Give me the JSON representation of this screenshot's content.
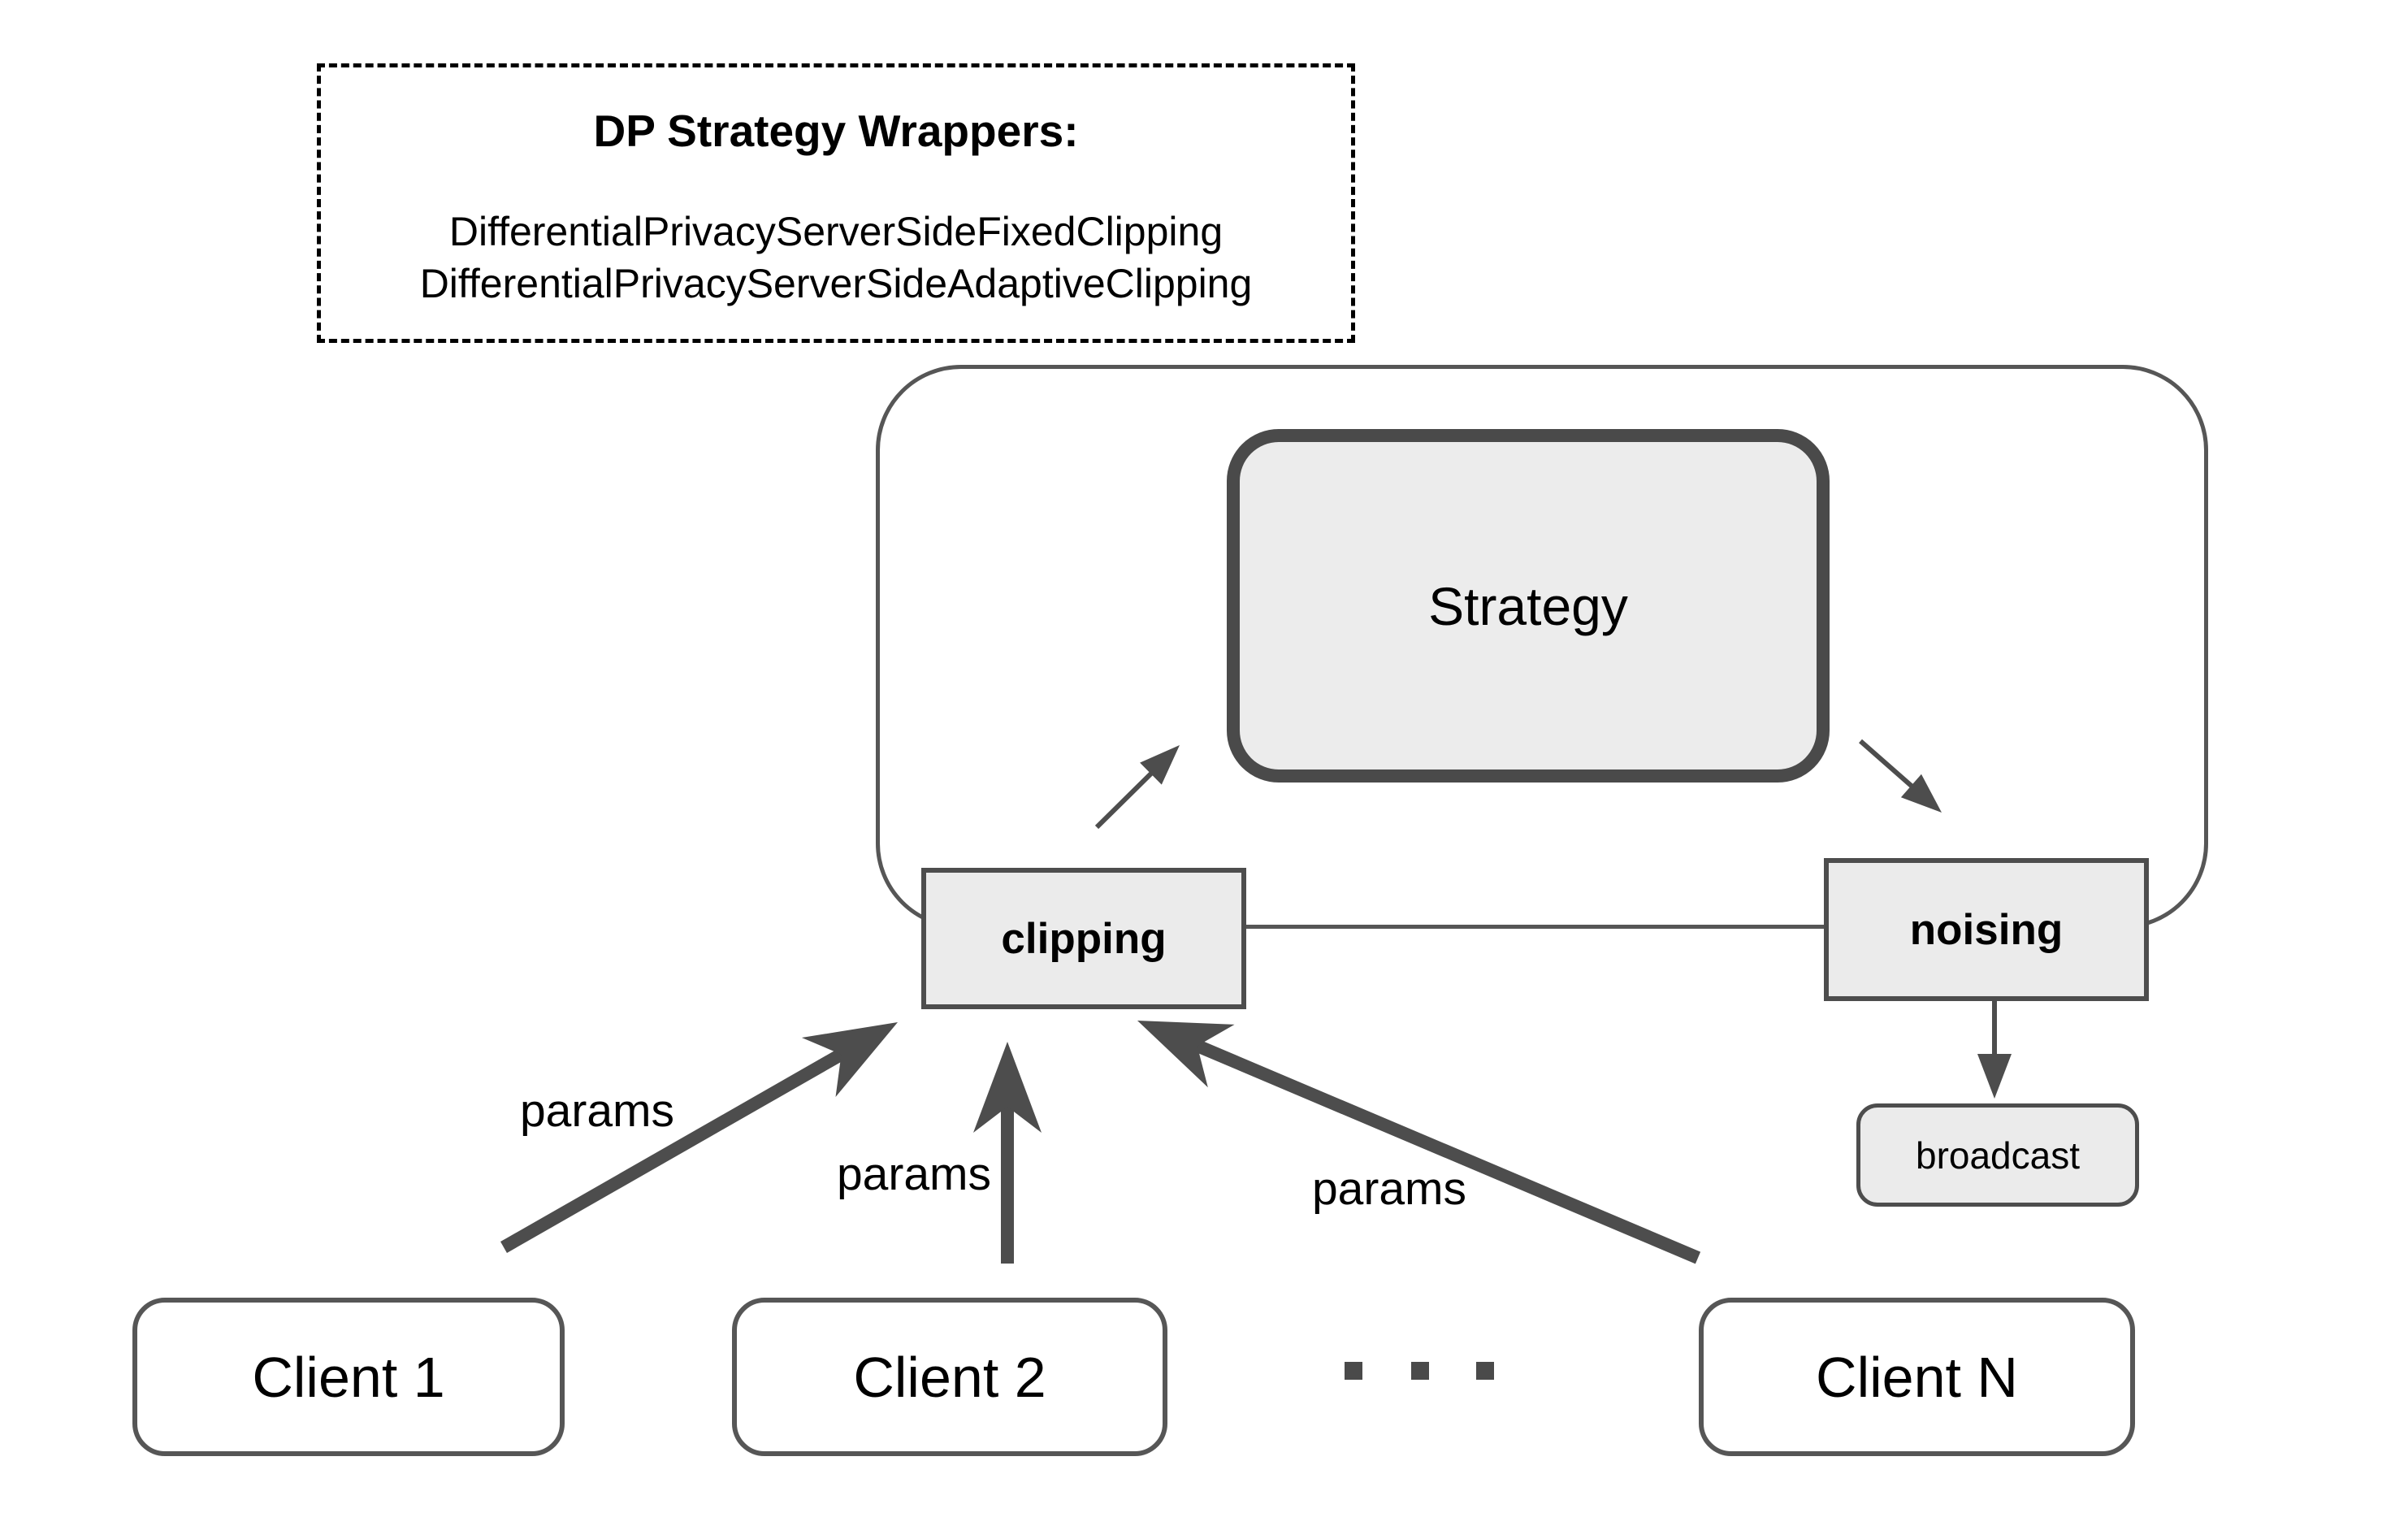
{
  "wrapper_note": {
    "title": "DP Strategy Wrappers:",
    "classes": [
      "DifferentialPrivacyServerSideFixedClipping",
      "DifferentialPrivacyServerSideAdaptiveClipping"
    ]
  },
  "server": {
    "strategy_label": "Strategy",
    "clipping_label": "clipping",
    "noising_label": "noising",
    "broadcast_label": "broadcast"
  },
  "clients": {
    "items": [
      "Client 1",
      "Client 2",
      "Client N"
    ]
  },
  "edges": {
    "params_labels": [
      "params",
      "params",
      "params"
    ]
  },
  "colors": {
    "background": "#ffffff",
    "node_fill": "#ebebeb",
    "dark_stroke": "#4d4d4d",
    "container_stroke": "#565656",
    "text": "#000000"
  }
}
